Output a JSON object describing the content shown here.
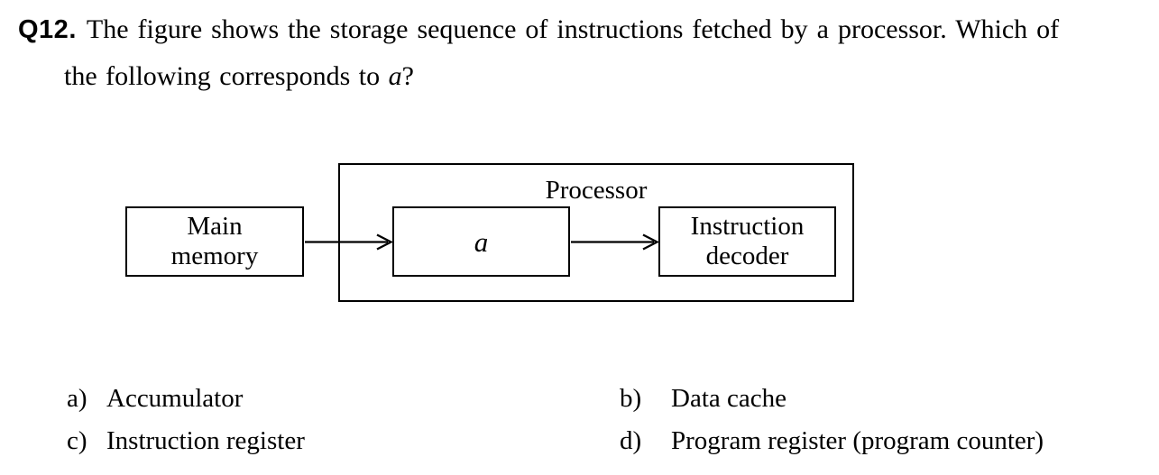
{
  "question": {
    "number": "Q12.",
    "line1": "The figure shows the storage sequence of instructions fetched by a processor. Which of",
    "line2_prefix": "the following corresponds to ",
    "line2_variable": "a",
    "line2_suffix": "?"
  },
  "diagram": {
    "container_label": "Processor",
    "boxes": {
      "main_memory": {
        "line1": "Main",
        "line2": "memory"
      },
      "unknown": {
        "label": "a"
      },
      "decoder": {
        "line1": "Instruction",
        "line2": "decoder"
      }
    },
    "arrows": [
      "main-memory-to-a",
      "a-to-instruction-decoder"
    ]
  },
  "options": [
    {
      "letter": "a)",
      "label": "Accumulator"
    },
    {
      "letter": "b)",
      "label": "Data cache"
    },
    {
      "letter": "c)",
      "label": "Instruction register"
    },
    {
      "letter": "d)",
      "label": "Program register (program counter)"
    }
  ],
  "colors": {
    "background": "#ffffff",
    "text": "#000000",
    "line": "#000000"
  }
}
